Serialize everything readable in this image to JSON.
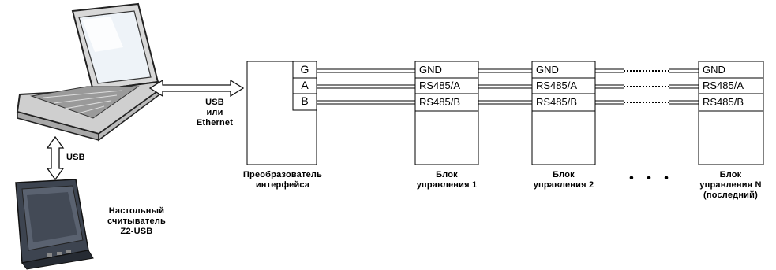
{
  "laptop_link": {
    "line1": "USB",
    "line2": "или",
    "line3": "Ethernet"
  },
  "reader_link": {
    "label": "USB"
  },
  "reader": {
    "line1": "Настольный",
    "line2": "считыватель",
    "line3": "Z2-USB"
  },
  "converter": {
    "pins": [
      "G",
      "A",
      "B"
    ],
    "label_line1": "Преобразователь",
    "label_line2": "интерфейса"
  },
  "controllers": [
    {
      "rows": [
        "GND",
        "RS485/A",
        "RS485/B"
      ],
      "label_line1": "Блок",
      "label_line2": "управления 1",
      "label_line3": ""
    },
    {
      "rows": [
        "GND",
        "RS485/A",
        "RS485/B"
      ],
      "label_line1": "Блок",
      "label_line2": "управления 2",
      "label_line3": ""
    },
    {
      "rows": [
        "GND",
        "RS485/A",
        "RS485/B"
      ],
      "label_line1": "Блок",
      "label_line2": "управления N",
      "label_line3": "(последний)"
    }
  ],
  "ellipsis": "• • •"
}
